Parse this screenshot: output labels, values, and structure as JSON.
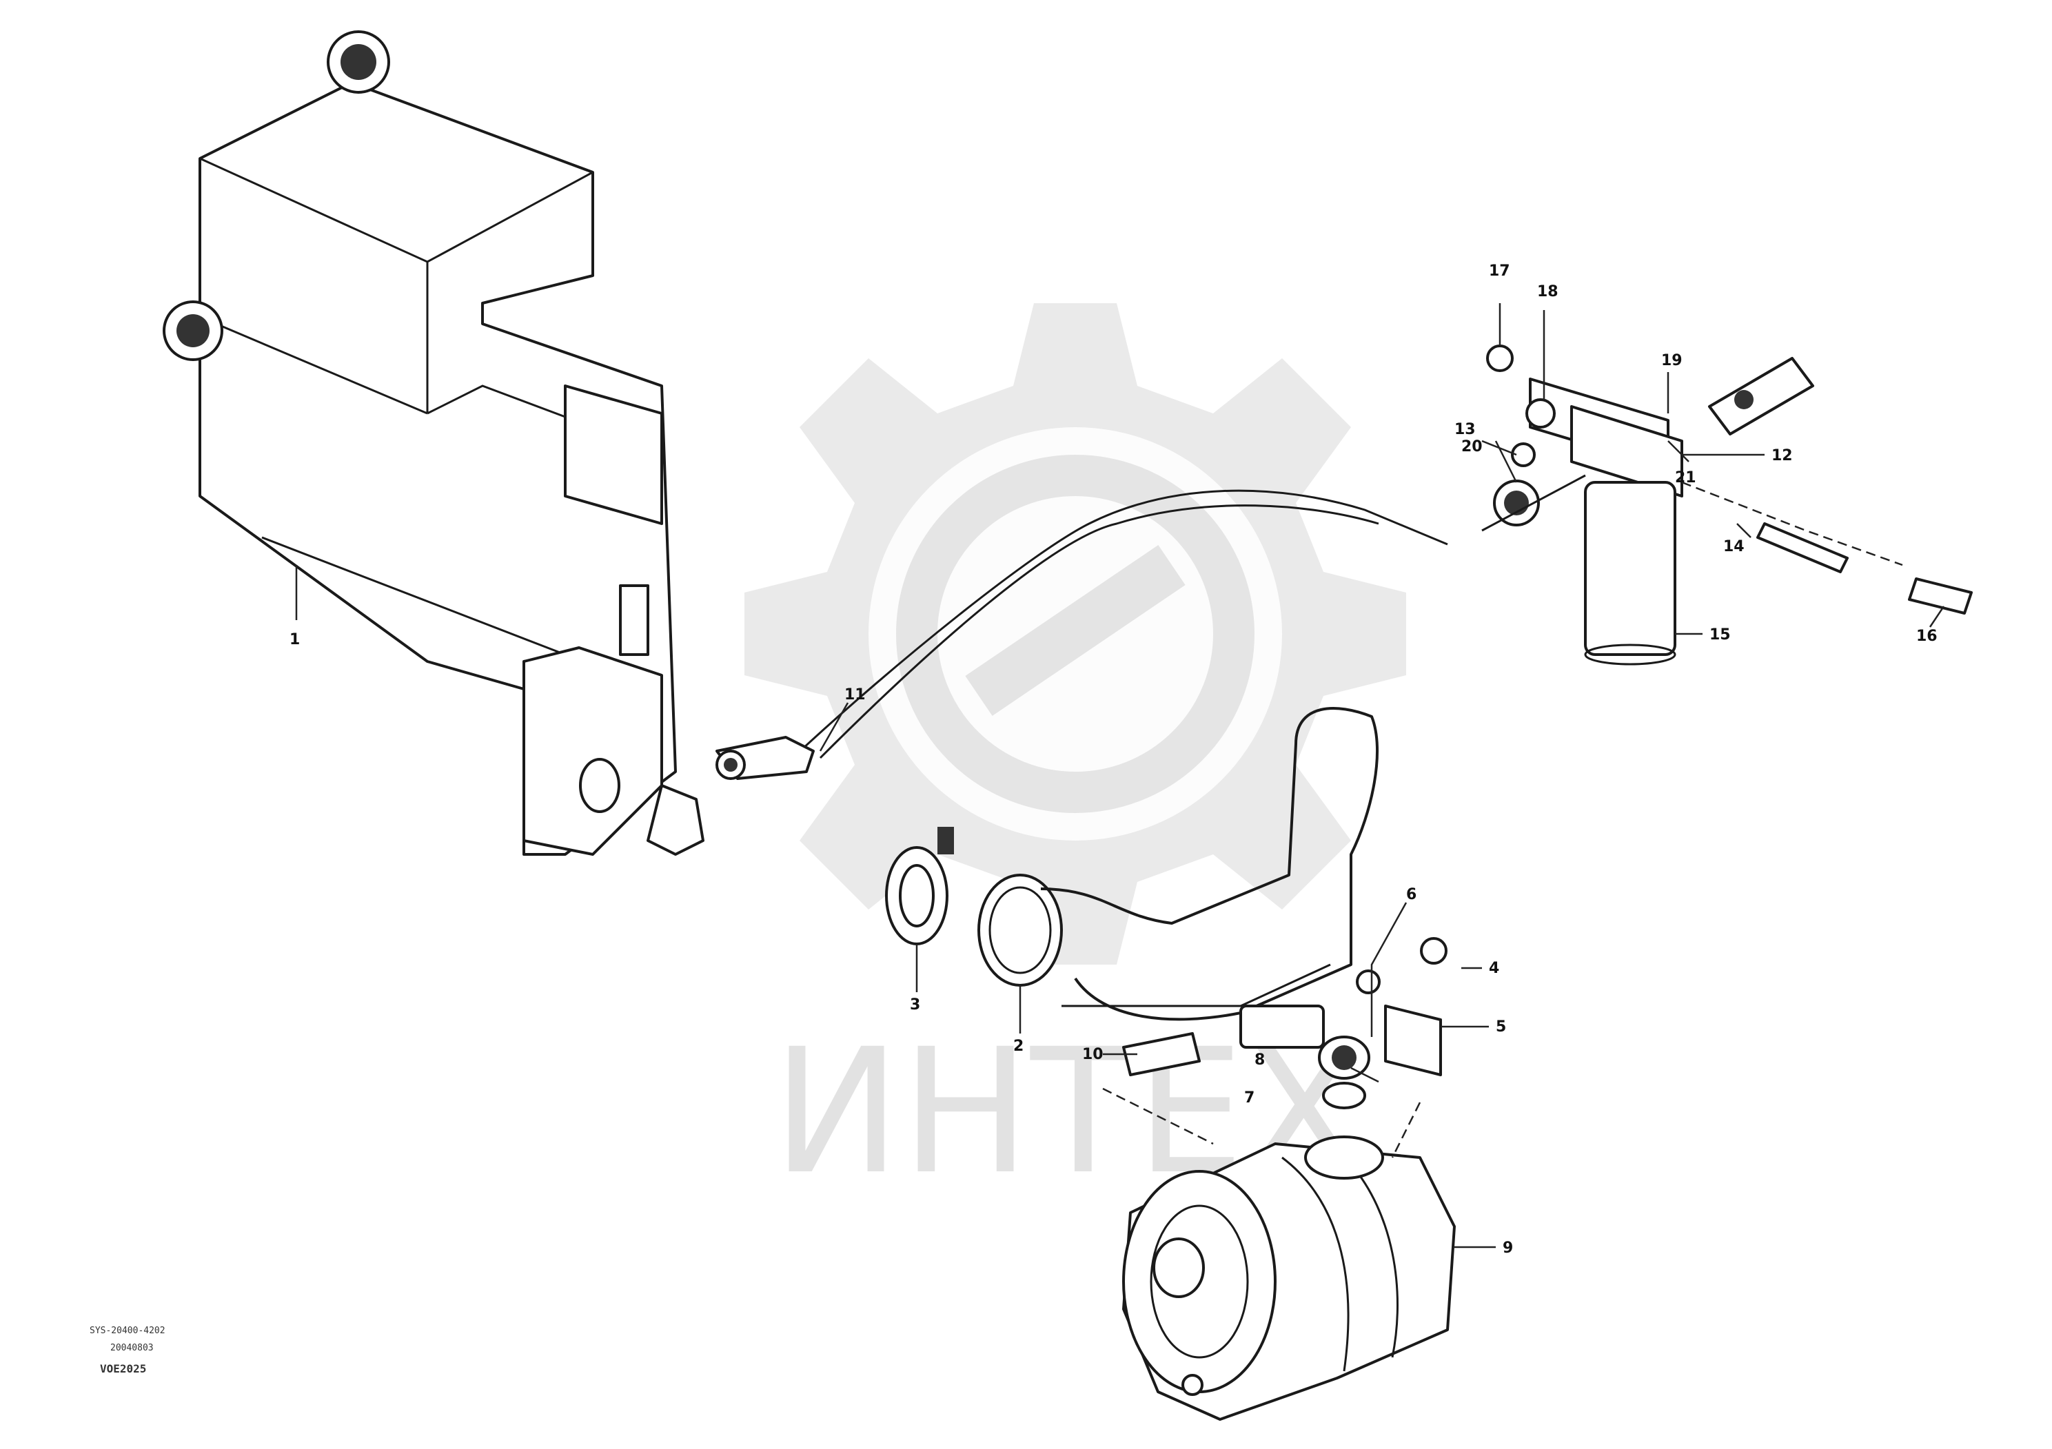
{
  "watermark": {
    "text": "ИНТЕХ"
  },
  "callouts": [
    {
      "id": "tank",
      "label": "1"
    },
    {
      "id": "hose_upper",
      "label": "2"
    },
    {
      "id": "filter_a",
      "label": "3"
    },
    {
      "id": "filter_b",
      "label": "4"
    },
    {
      "id": "clamp_upper",
      "label": "5"
    },
    {
      "id": "clamp_right",
      "label": "6"
    },
    {
      "id": "nipple",
      "label": "7"
    },
    {
      "id": "seal",
      "label": "8"
    },
    {
      "id": "pump",
      "label": "9"
    },
    {
      "id": "hose_left",
      "label": "10"
    },
    {
      "id": "hose_mid",
      "label": "11"
    },
    {
      "id": "valve",
      "label": "12"
    },
    {
      "id": "sensor",
      "label": "13"
    },
    {
      "id": "cable",
      "label": "14"
    },
    {
      "id": "filter_head",
      "label": "15"
    },
    {
      "id": "bolt",
      "label": "16"
    },
    {
      "id": "washer",
      "label": "17"
    },
    {
      "id": "fitting",
      "label": "18"
    },
    {
      "id": "cap",
      "label": "19"
    },
    {
      "id": "spacer",
      "label": "20"
    },
    {
      "id": "connector",
      "label": "21"
    }
  ],
  "stamp": {
    "line1": "SYS-20400-4202",
    "line2": "20040803",
    "line3": "VOE2025"
  }
}
